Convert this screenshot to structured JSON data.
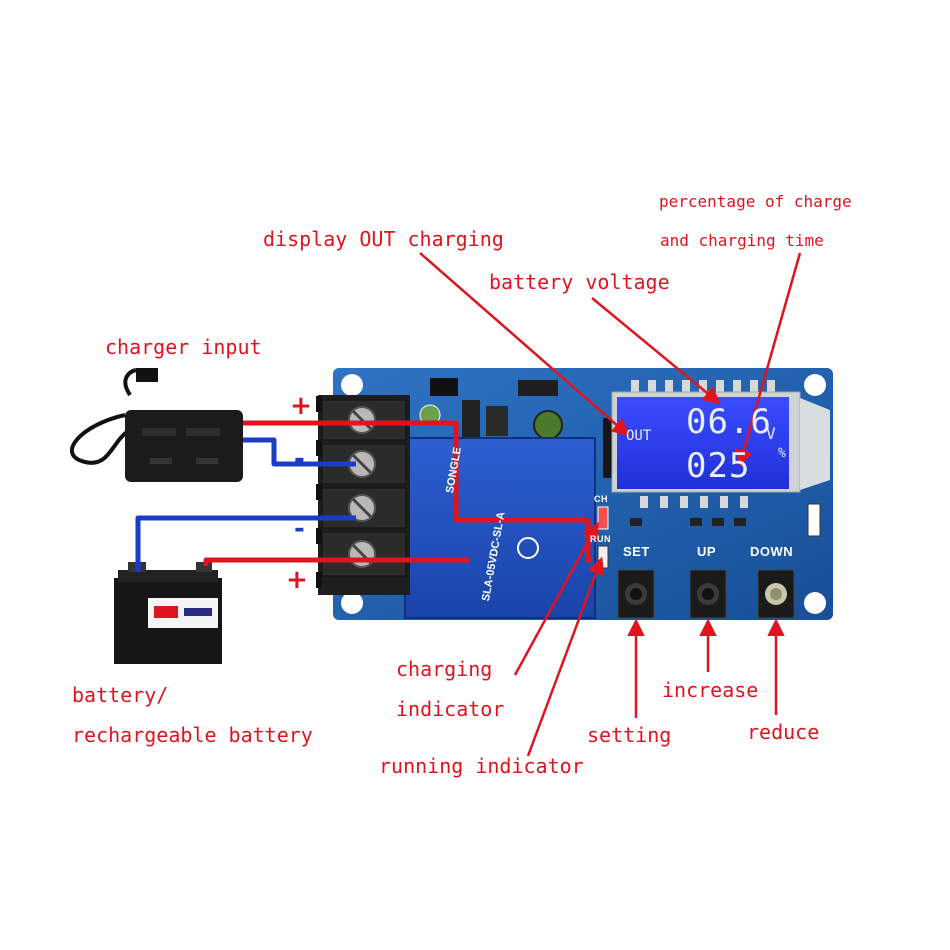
{
  "labels": {
    "display_out_charging": "display OUT charging",
    "battery_voltage": "battery voltage",
    "percentage_line1": "percentage of charge",
    "percentage_line2": "and charging time",
    "charger_input": "charger input",
    "battery_line1": "battery/",
    "battery_line2": "rechargeable battery",
    "charging_indicator_line1": "charging",
    "charging_indicator_line2": "indicator",
    "running_indicator": "running indicator",
    "setting": "setting",
    "increase": "increase",
    "reduce": "reduce"
  },
  "terminal_signs": {
    "charger_plus": "+",
    "charger_minus": "-",
    "battery_minus": "-",
    "battery_plus": "+"
  },
  "board": {
    "buttons": {
      "set": "SET",
      "up": "UP",
      "down": "DOWN"
    },
    "lcd": {
      "out": "OUT",
      "voltage": "06.6",
      "unit_v": "V",
      "percent": "025",
      "unit_pct": "%"
    },
    "relay_brand": "SONGLE",
    "relay_model": "SLA-05VDC-SL-A",
    "led_labels": {
      "charge": "CH",
      "run": "RUN"
    }
  },
  "colors": {
    "annotation": "#e0141e",
    "pcb": "#1f5fae",
    "lcd_background": "#2a3cf0",
    "positive_wire": "#e0141e",
    "negative_wire": "#1a3cc8"
  }
}
